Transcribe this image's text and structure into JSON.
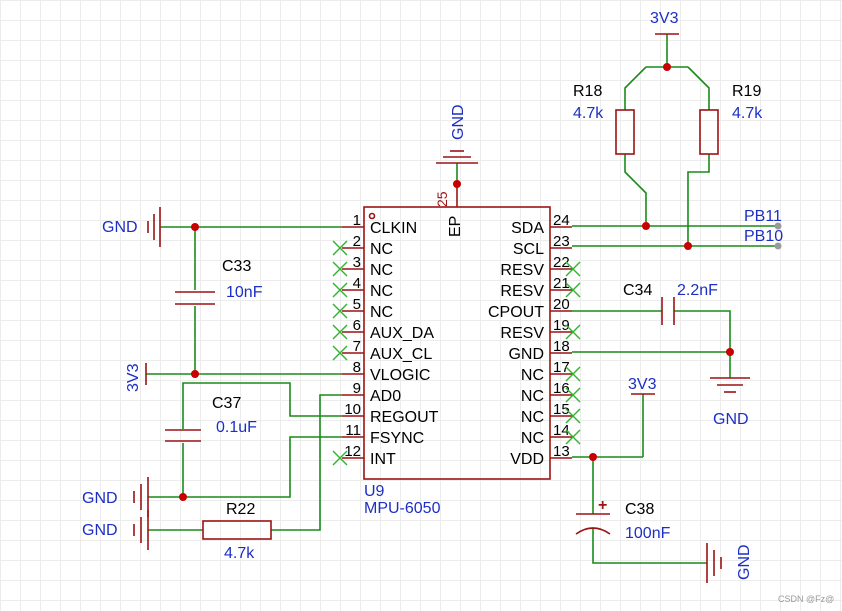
{
  "chip": {
    "designator": "U9",
    "part": "MPU-6050",
    "ep_label": "EP",
    "ep_number": "25",
    "left_pins": [
      {
        "num": "1",
        "name": "CLKIN"
      },
      {
        "num": "2",
        "name": "NC"
      },
      {
        "num": "3",
        "name": "NC"
      },
      {
        "num": "4",
        "name": "NC"
      },
      {
        "num": "5",
        "name": "NC"
      },
      {
        "num": "6",
        "name": "AUX_DA"
      },
      {
        "num": "7",
        "name": "AUX_CL"
      },
      {
        "num": "8",
        "name": "VLOGIC"
      },
      {
        "num": "9",
        "name": "AD0"
      },
      {
        "num": "10",
        "name": "REGOUT"
      },
      {
        "num": "11",
        "name": "FSYNC"
      },
      {
        "num": "12",
        "name": "INT"
      }
    ],
    "right_pins": [
      {
        "num": "24",
        "name": "SDA"
      },
      {
        "num": "23",
        "name": "SCL"
      },
      {
        "num": "22",
        "name": "RESV"
      },
      {
        "num": "21",
        "name": "RESV"
      },
      {
        "num": "20",
        "name": "CPOUT"
      },
      {
        "num": "19",
        "name": "RESV"
      },
      {
        "num": "18",
        "name": "GND"
      },
      {
        "num": "17",
        "name": "NC"
      },
      {
        "num": "16",
        "name": "NC"
      },
      {
        "num": "15",
        "name": "NC"
      },
      {
        "num": "14",
        "name": "NC"
      },
      {
        "num": "13",
        "name": "VDD"
      }
    ]
  },
  "components": {
    "r18": {
      "ref": "R18",
      "value": "4.7k"
    },
    "r19": {
      "ref": "R19",
      "value": "4.7k"
    },
    "r22": {
      "ref": "R22",
      "value": "4.7k"
    },
    "c33": {
      "ref": "C33",
      "value": "10nF"
    },
    "c34": {
      "ref": "C34",
      "value": "2.2nF"
    },
    "c37": {
      "ref": "C37",
      "value": "0.1uF"
    },
    "c38": {
      "ref": "C38",
      "value": "100nF",
      "polarity": "+"
    }
  },
  "nets": {
    "vdd_top": "3V3",
    "vdd_pin13": "3V3",
    "vlogic": "3V3",
    "gnd_ep": "GND",
    "gnd_clkin": "GND",
    "gnd_pin18": "GND",
    "gnd_c38": "GND",
    "gnd_c37": "GND",
    "gnd_r22": "GND",
    "pb11": "PB11",
    "pb10": "PB10"
  },
  "watermark": "CSDN @Fz@",
  "colors": {
    "wire": "#1a8a1a",
    "part": "#9b1414",
    "label": "#1c2fc4",
    "junction": "#c80000",
    "nc_mark": "#2fb52f"
  }
}
